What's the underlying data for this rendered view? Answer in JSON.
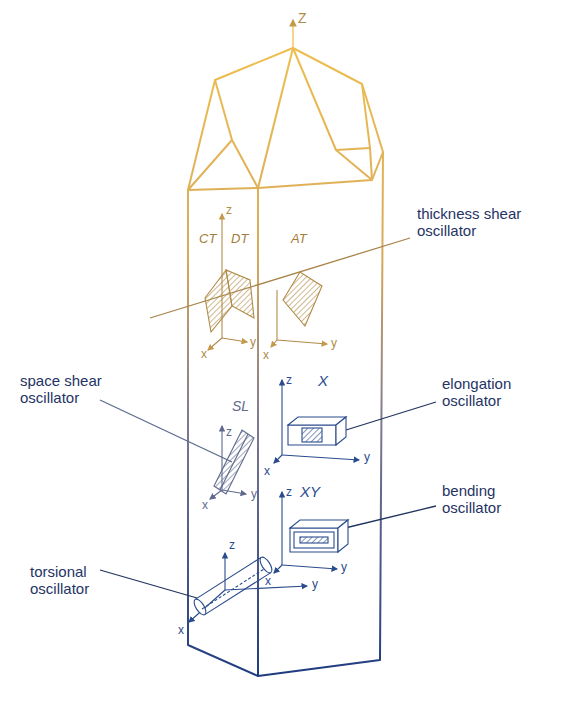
{
  "diagram": {
    "labels": [
      "Z",
      "CT",
      "DT",
      "AT",
      "thickness shear oscillator",
      "z",
      "x",
      "y",
      "x",
      "y",
      "space shear oscillator",
      "X",
      "z",
      "elongation oscillator",
      "SL",
      "z",
      "x",
      "y",
      "x",
      "y",
      "z",
      "XY",
      "bending oscillator",
      "z",
      "x",
      "y",
      "torsional oscillator",
      "y",
      "x"
    ]
  }
}
